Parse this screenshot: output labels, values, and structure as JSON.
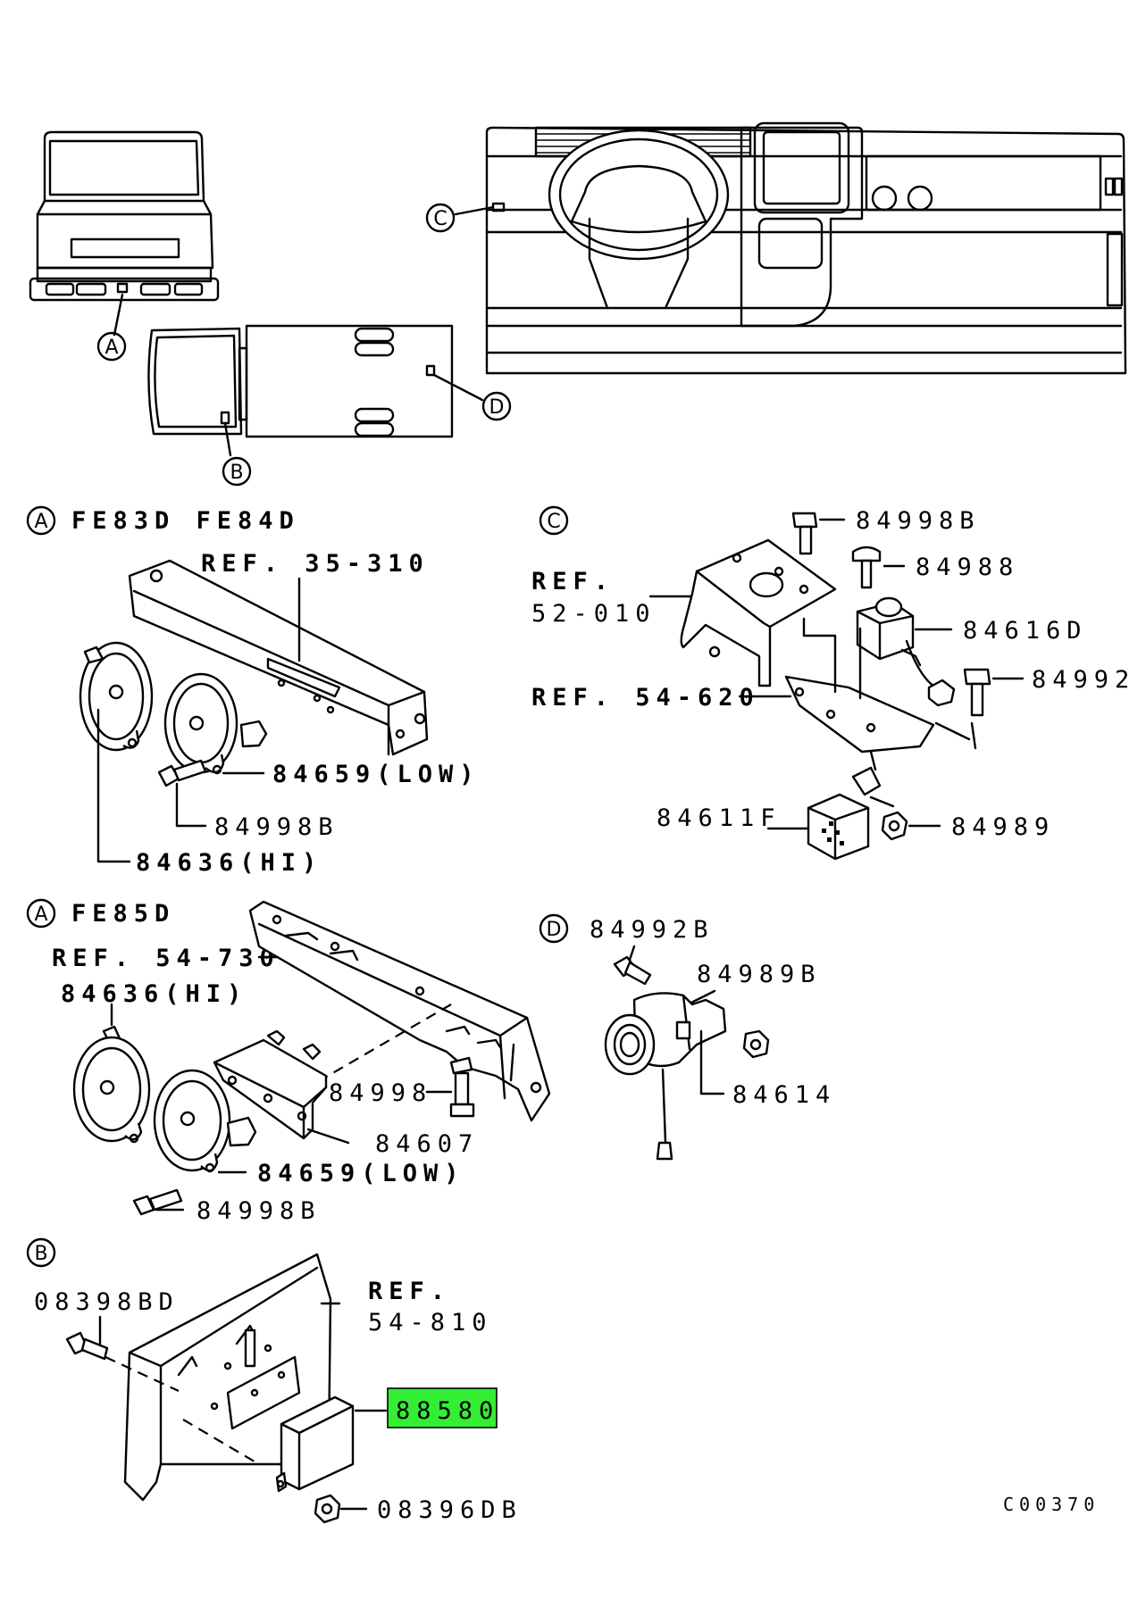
{
  "diagram": {
    "markers": {
      "a": "A",
      "b": "B",
      "c": "C",
      "d": "D"
    },
    "sections": {
      "a1": {
        "marker": "A",
        "title": "FE83D FE84D"
      },
      "a2": {
        "marker": "A",
        "title": "FE85D"
      },
      "b": {
        "marker": "B"
      },
      "c": {
        "marker": "C"
      },
      "d": {
        "marker": "D"
      }
    },
    "labels": {
      "ref_35_310": "REF. 35-310",
      "p84659_low_1": "84659(LOW)",
      "p84998b_1": "84998B",
      "p84636_hi_1": "84636(HI)",
      "ref_52_010_a": "REF.",
      "ref_52_010_b": "52-010",
      "ref_54_620": "REF. 54-620",
      "p84998b_c": "84998B",
      "p84988": "84988",
      "p84616d": "84616D",
      "p84992": "84992",
      "p84611f": "84611F",
      "p84989": "84989",
      "ref_54_730": "REF. 54-730",
      "p84636_hi_2": "84636(HI)",
      "p84998": "84998",
      "p84607": "84607",
      "p84659_low_2": "84659(LOW)",
      "p84998b_2": "84998B",
      "p84992b": "84992B",
      "p84989b": "84989B",
      "p84614": "84614",
      "p08398bd": "08398BD",
      "ref_54_810_a": "REF.",
      "ref_54_810_b": "54-810",
      "p88580": "88580",
      "p08396db": "08396DB",
      "code": "C00370"
    },
    "highlight_color": "#33ee33"
  }
}
